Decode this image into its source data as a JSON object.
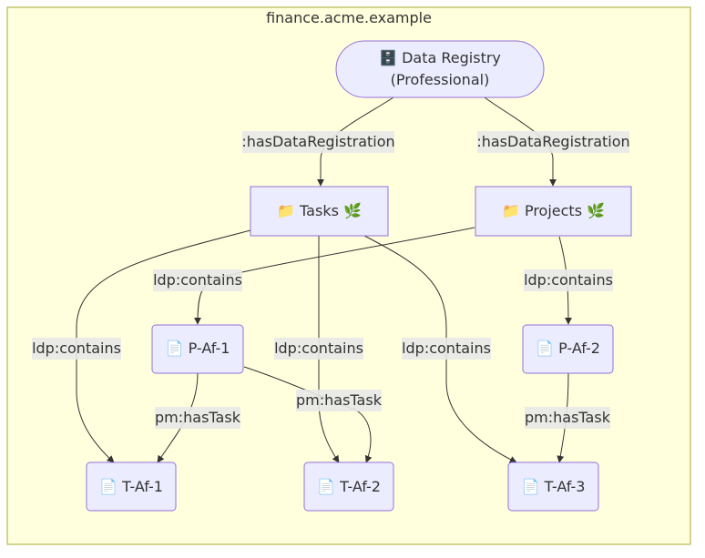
{
  "cluster": {
    "title": "finance.acme.example"
  },
  "nodes": {
    "registry": {
      "icon": "file-cabinet-icon",
      "label_line1": "🗄️ Data Registry",
      "label_line2": "(Professional)"
    },
    "tasks": {
      "label": "📁 Tasks 🌿"
    },
    "projects": {
      "label": "📁 Projects 🌿"
    },
    "p_af_1": {
      "label": "📄 P-Af-1"
    },
    "p_af_2": {
      "label": "📄 P-Af-2"
    },
    "t_af_1": {
      "label": "📄 T-Af-1"
    },
    "t_af_2": {
      "label": "📄 T-Af-2"
    },
    "t_af_3": {
      "label": "📄 T-Af-3"
    }
  },
  "edges": {
    "registry_tasks": {
      "from": "Data Registry",
      "to": "Tasks",
      "label": ":hasDataRegistration"
    },
    "registry_projects": {
      "from": "Data Registry",
      "to": "Projects",
      "label": ":hasDataRegistration"
    },
    "projects_p_af_1": {
      "from": "Projects",
      "to": "P-Af-1",
      "label": "ldp:contains"
    },
    "projects_p_af_2": {
      "from": "Projects",
      "to": "P-Af-2",
      "label": "ldp:contains"
    },
    "tasks_t_af_1": {
      "from": "Tasks",
      "to": "T-Af-1",
      "label": "ldp:contains"
    },
    "tasks_t_af_2": {
      "from": "Tasks",
      "to": "T-Af-2",
      "label": "ldp:contains"
    },
    "tasks_t_af_3": {
      "from": "Tasks",
      "to": "T-Af-3",
      "label": "ldp:contains"
    },
    "p_af_1_t_af_1": {
      "from": "P-Af-1",
      "to": "T-Af-1",
      "label": "pm:hasTask"
    },
    "p_af_1_t_af_2": {
      "from": "P-Af-1",
      "to": "T-Af-2",
      "label": "pm:hasTask"
    },
    "p_af_2_t_af_3": {
      "from": "P-Af-2",
      "to": "T-Af-3",
      "label": "pm:hasTask"
    }
  },
  "colors": {
    "cluster_fill": "#ffffde",
    "cluster_stroke": "#aaaa33",
    "node_fill": "#ececff",
    "node_stroke": "#9370db",
    "edge_stroke": "#333333",
    "edge_label_bg": "#e8e8e8",
    "text": "#333333"
  }
}
